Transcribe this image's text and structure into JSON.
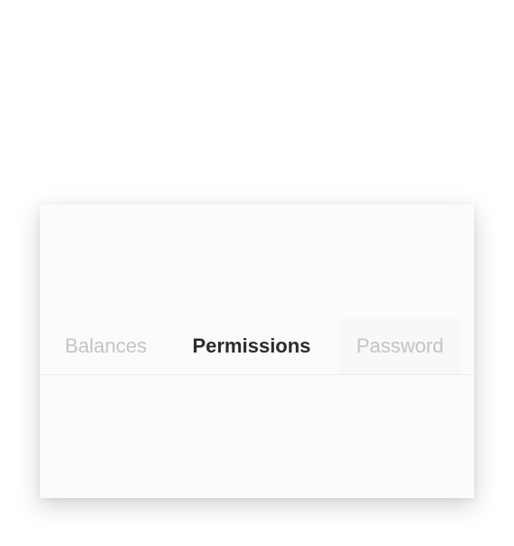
{
  "tabs": [
    {
      "label": "Balances",
      "active": false
    },
    {
      "label": "Permissions",
      "active": true
    },
    {
      "label": "Password",
      "active": false
    }
  ],
  "colors": {
    "active_tab_text": "#2b2b2b",
    "inactive_tab_text": "#c4c4c4",
    "card_background": "#fbfbfb",
    "divider": "#ececec"
  }
}
